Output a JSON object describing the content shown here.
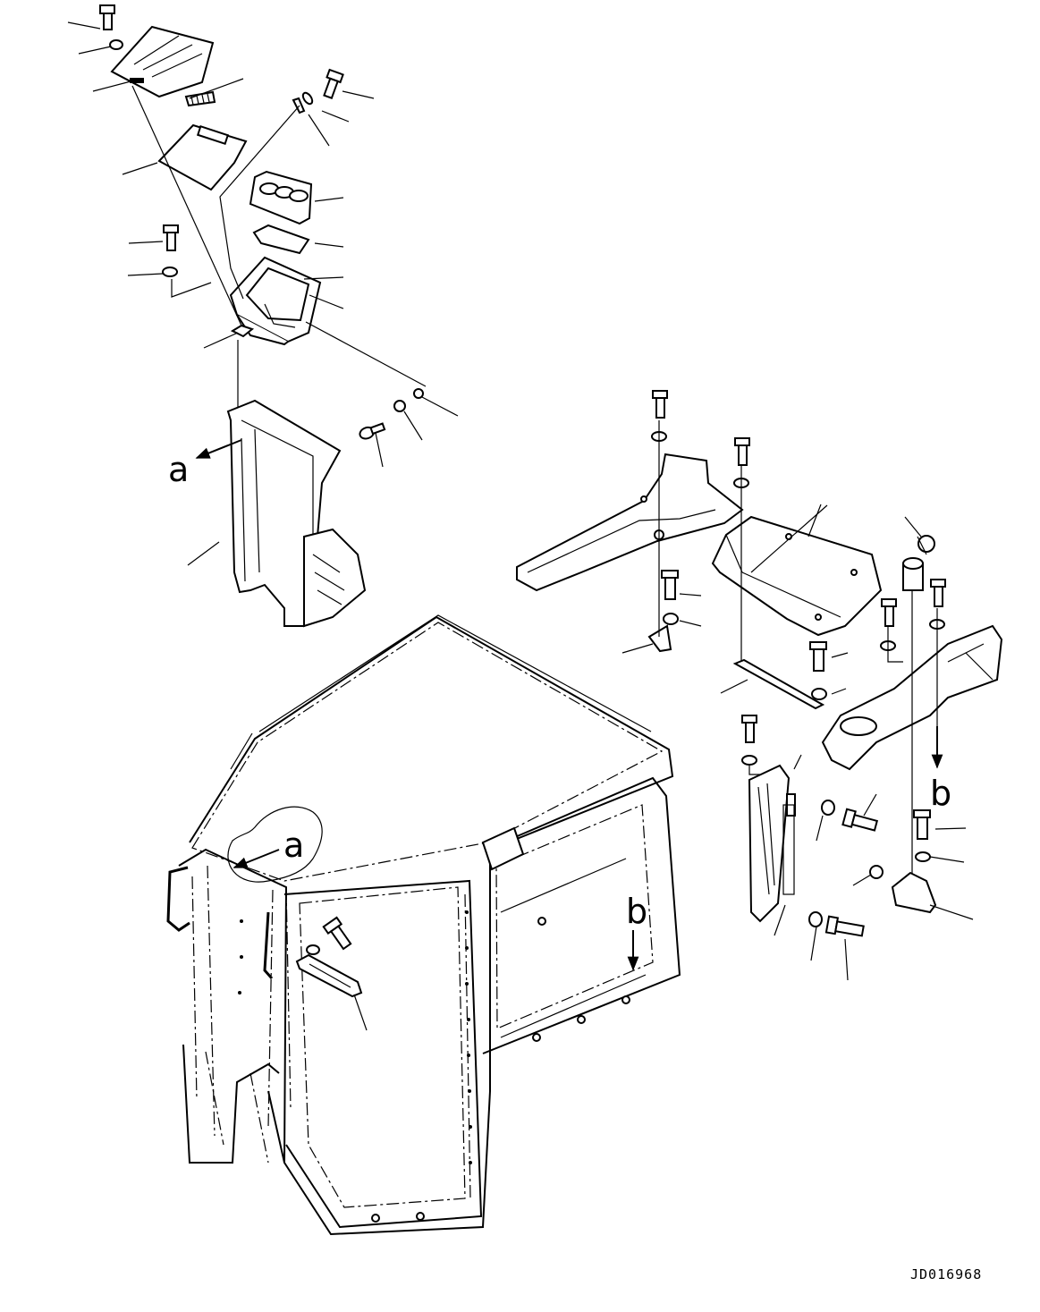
{
  "drawing": {
    "code": "JD016968",
    "ref_a": "a",
    "ref_b": "b"
  },
  "icons": {
    "bolt": "bolt-icon",
    "washer": "washer-icon",
    "nut": "nut-icon",
    "arrow": "reference-arrow-icon"
  }
}
